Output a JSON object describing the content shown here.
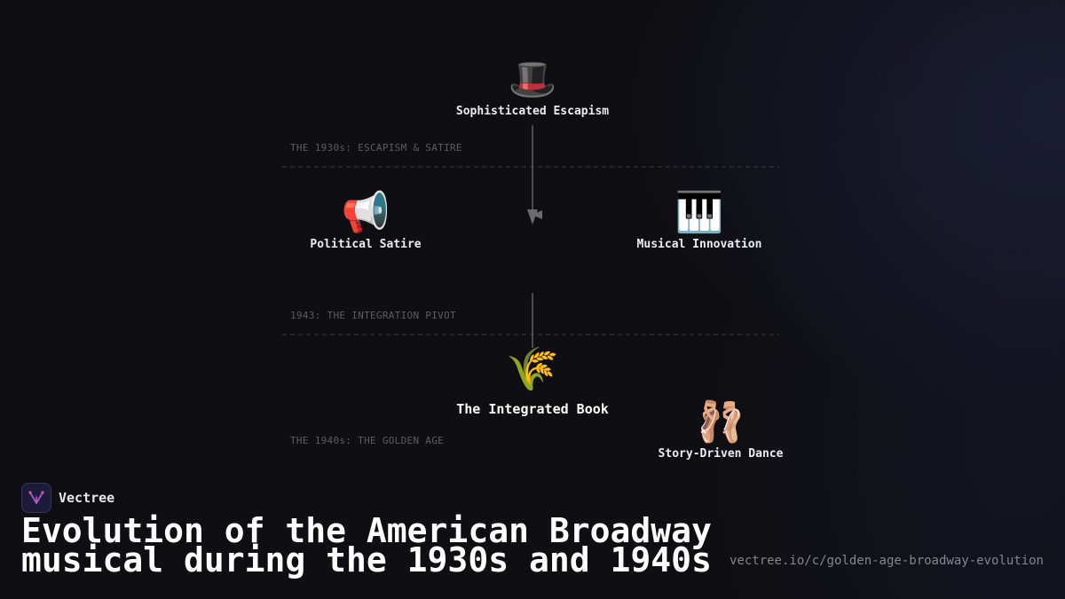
{
  "sections": [
    {
      "id": "s1930",
      "label": "THE 1930s: ESCAPISM & SATIRE"
    },
    {
      "id": "s1943",
      "label": "1943: THE INTEGRATION PIVOT"
    },
    {
      "id": "s1940",
      "label": "THE 1940s: THE GOLDEN AGE"
    }
  ],
  "nodes": [
    {
      "id": "escapism",
      "label": "Sophisticated Escapism",
      "icon": "🎩",
      "icon_name": "top-hat-icon"
    },
    {
      "id": "satire",
      "label": "Political Satire",
      "icon": "📢",
      "icon_name": "megaphone-icon"
    },
    {
      "id": "musical",
      "label": "Musical Innovation",
      "icon": "🎹",
      "icon_name": "piano-keyboard-icon"
    },
    {
      "id": "book",
      "label": "The Integrated Book",
      "icon": "🌾",
      "icon_name": "wheat-sheaf-icon"
    },
    {
      "id": "dance",
      "label": "Story-Driven Dance",
      "icon": "🩰",
      "icon_name": "ballet-shoes-icon"
    }
  ],
  "edges": [
    {
      "from": "escapism",
      "to": "satire-musical-level",
      "arrow": true
    },
    {
      "from": "satire-musical-level",
      "to": "book",
      "arrow": false
    }
  ],
  "brand": {
    "name": "Vectree",
    "logo_icon": "vectree-logo-icon"
  },
  "title": "Evolution of the American Broadway musical during the 1930s and 1940s",
  "url": "vectree.io/c/golden-age-broadway-evolution"
}
